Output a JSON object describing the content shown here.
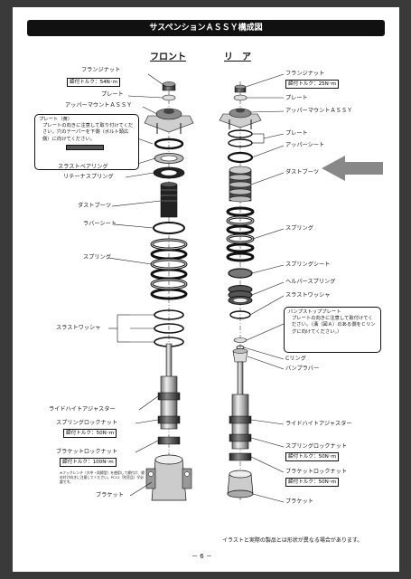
{
  "title": "サスペンションＡＳＳＹ構成図",
  "headings": {
    "front": "フロント",
    "rear": "リ　ア"
  },
  "front": {
    "flange_nut": "フランジナット",
    "flange_nut_torque": "締付トルク：54N･m",
    "plate": "プレート",
    "upper_mount": "アッパーマウントＡＳＳＹ",
    "plate_note_title": "プレート（黄）",
    "plate_note_body": "プレートの向きに注意して取り付けてください。穴のテーパーを下側（ボルト頭広側）に向けてください。",
    "thrust_bearing": "スラストベアリング",
    "retainer_spring": "リテーナスプリング",
    "dust_boot": "ダストブーツ",
    "rubber_seat": "ラバーシート",
    "spring": "スプリング",
    "thrust_washer": "スラストワッシャ",
    "ride_height": "ライドハイトアジャスター",
    "spring_lock_nut": "スプリングロックナット",
    "spring_lock_torque": "締付トルク：50N･m",
    "bracket_lock_nut": "ブラケットロックナット",
    "bracket_lock_torque": "締付トルク：100N･m",
    "small_note": "※フックレンチ（大中・両締型）を使用して締付け、締め付け向きに注意してください。PC12（別売品）が必要です。",
    "bracket": "ブラケット"
  },
  "rear": {
    "flange_nut": "フランジナット",
    "flange_nut_torque": "締付トルク：25N･m",
    "plate_1": "プレート",
    "upper_mount": "アッパーマウントＡＳＳＹ",
    "plate_2": "プレート",
    "upper_seat": "アッパーシート",
    "dust_boot": "ダストブーツ",
    "spring": "スプリング",
    "spring_seat": "スプリングシート",
    "helper_spring": "ヘルパースプリング",
    "thrust_washer": "スラストワッシャ",
    "bump_plate_title": "バンプストッププレート",
    "bump_plate_body": "プレートの向きに注意して取付けてください。（溝（図Ａ）のある側をＣリングに向けてください。）",
    "c_ring": "Cリング",
    "bump_rubber": "バンプラバー",
    "ride_height": "ライドハイトアジャスター",
    "spring_lock_nut": "スプリングロックナット",
    "spring_lock_torque": "締付トルク：50N･m",
    "bracket_lock_nut": "ブラケットロックナット",
    "bracket_lock_torque": "締付トルク：50N･m",
    "bracket": "ブラケット"
  },
  "footer_note": "イラストと実際の製品とは形状が異なる場合があります。",
  "page_number": "－ 6 －",
  "icons": [
    "arrow-right-pointer-icon"
  ]
}
